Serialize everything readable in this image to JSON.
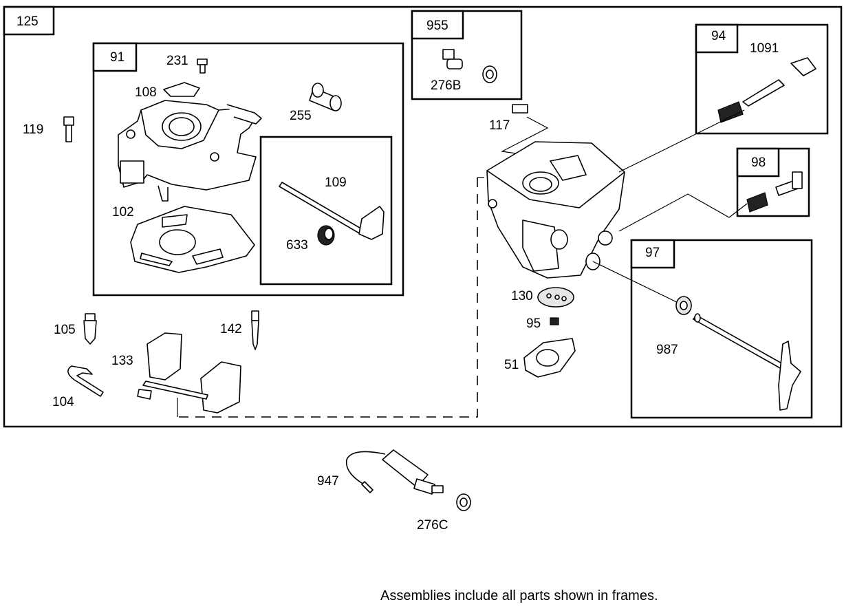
{
  "frames": {
    "main": "125",
    "carb_top": "91",
    "kit_955": "955",
    "kit_94": "94",
    "kit_98": "98",
    "kit_97": "97"
  },
  "parts": {
    "p231": "231",
    "p108": "108",
    "p255": "255",
    "p119": "119",
    "p109": "109",
    "p102": "102",
    "p633": "633",
    "p276b": "276B",
    "p117": "117",
    "p1091": "1091",
    "p130": "130",
    "p95": "95",
    "p51": "51",
    "p987": "987",
    "p105": "105",
    "p142": "142",
    "p133": "133",
    "p104": "104",
    "p947": "947",
    "p276c": "276C"
  },
  "footer_note": "Assemblies include all parts shown in frames."
}
